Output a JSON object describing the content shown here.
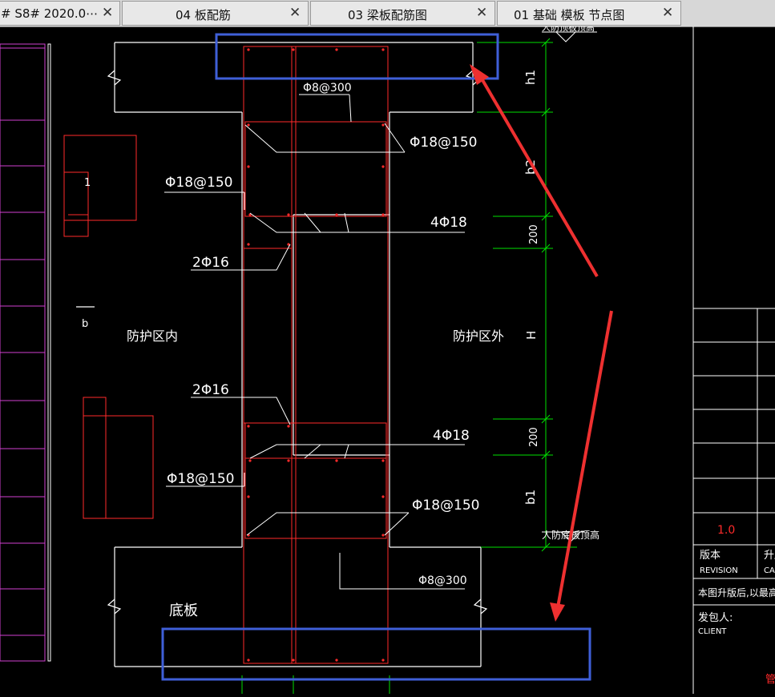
{
  "tabs": [
    {
      "label": "# S8# 2020.0⋯"
    },
    {
      "label": "04 板配筋"
    },
    {
      "label": "03 梁板配筋图"
    },
    {
      "label": "01 基础 模板 节点图"
    }
  ],
  "tab_close_glyph": "✕",
  "drawing": {
    "rebar_labels": {
      "phi8_top": "Φ8@300",
      "phi18_top_right": "Φ18@150",
      "phi18_top_left": "Φ18@150",
      "four_phi18_top": "4Φ18",
      "two_phi16_top": "2Φ16",
      "two_phi16_bottom": "2Φ16",
      "four_phi18_bottom": "4Φ18",
      "phi18_bottom_left": "Φ18@150",
      "phi18_bottom_right": "Φ18@150",
      "phi8_bottom": "Φ8@300"
    },
    "zone_inside": "防护区内",
    "zone_outside": "防护区外",
    "floor_label": "底板",
    "section_mark": "b",
    "section_number": "1",
    "dim_labels": {
      "h1": "h1",
      "b2": "b2",
      "d200_top": "200",
      "H": "H",
      "d200_bottom": "200",
      "b1": "b1"
    },
    "level_label": "人防底板顶高",
    "top_level_label": "人防顶板顶高"
  },
  "title_block": {
    "version_value": "1.0",
    "version_label": "版本",
    "version_label_en": "REVISION",
    "upgrade_label": "升版",
    "upgrade_label_en": "CAU",
    "note": "本图升版后,以最高版",
    "client_label": "发包人:",
    "client_label_en": "CLIENT",
    "red_mark": "管"
  },
  "colors": {
    "background": "#000000",
    "drawing_white": "#ffffff",
    "rebar_red": "#ff2a2a",
    "dimension_green": "#00e000",
    "highlight_blue": "#3f5fd8",
    "arrow_red": "#ee3030",
    "magenta": "#d040d0"
  }
}
